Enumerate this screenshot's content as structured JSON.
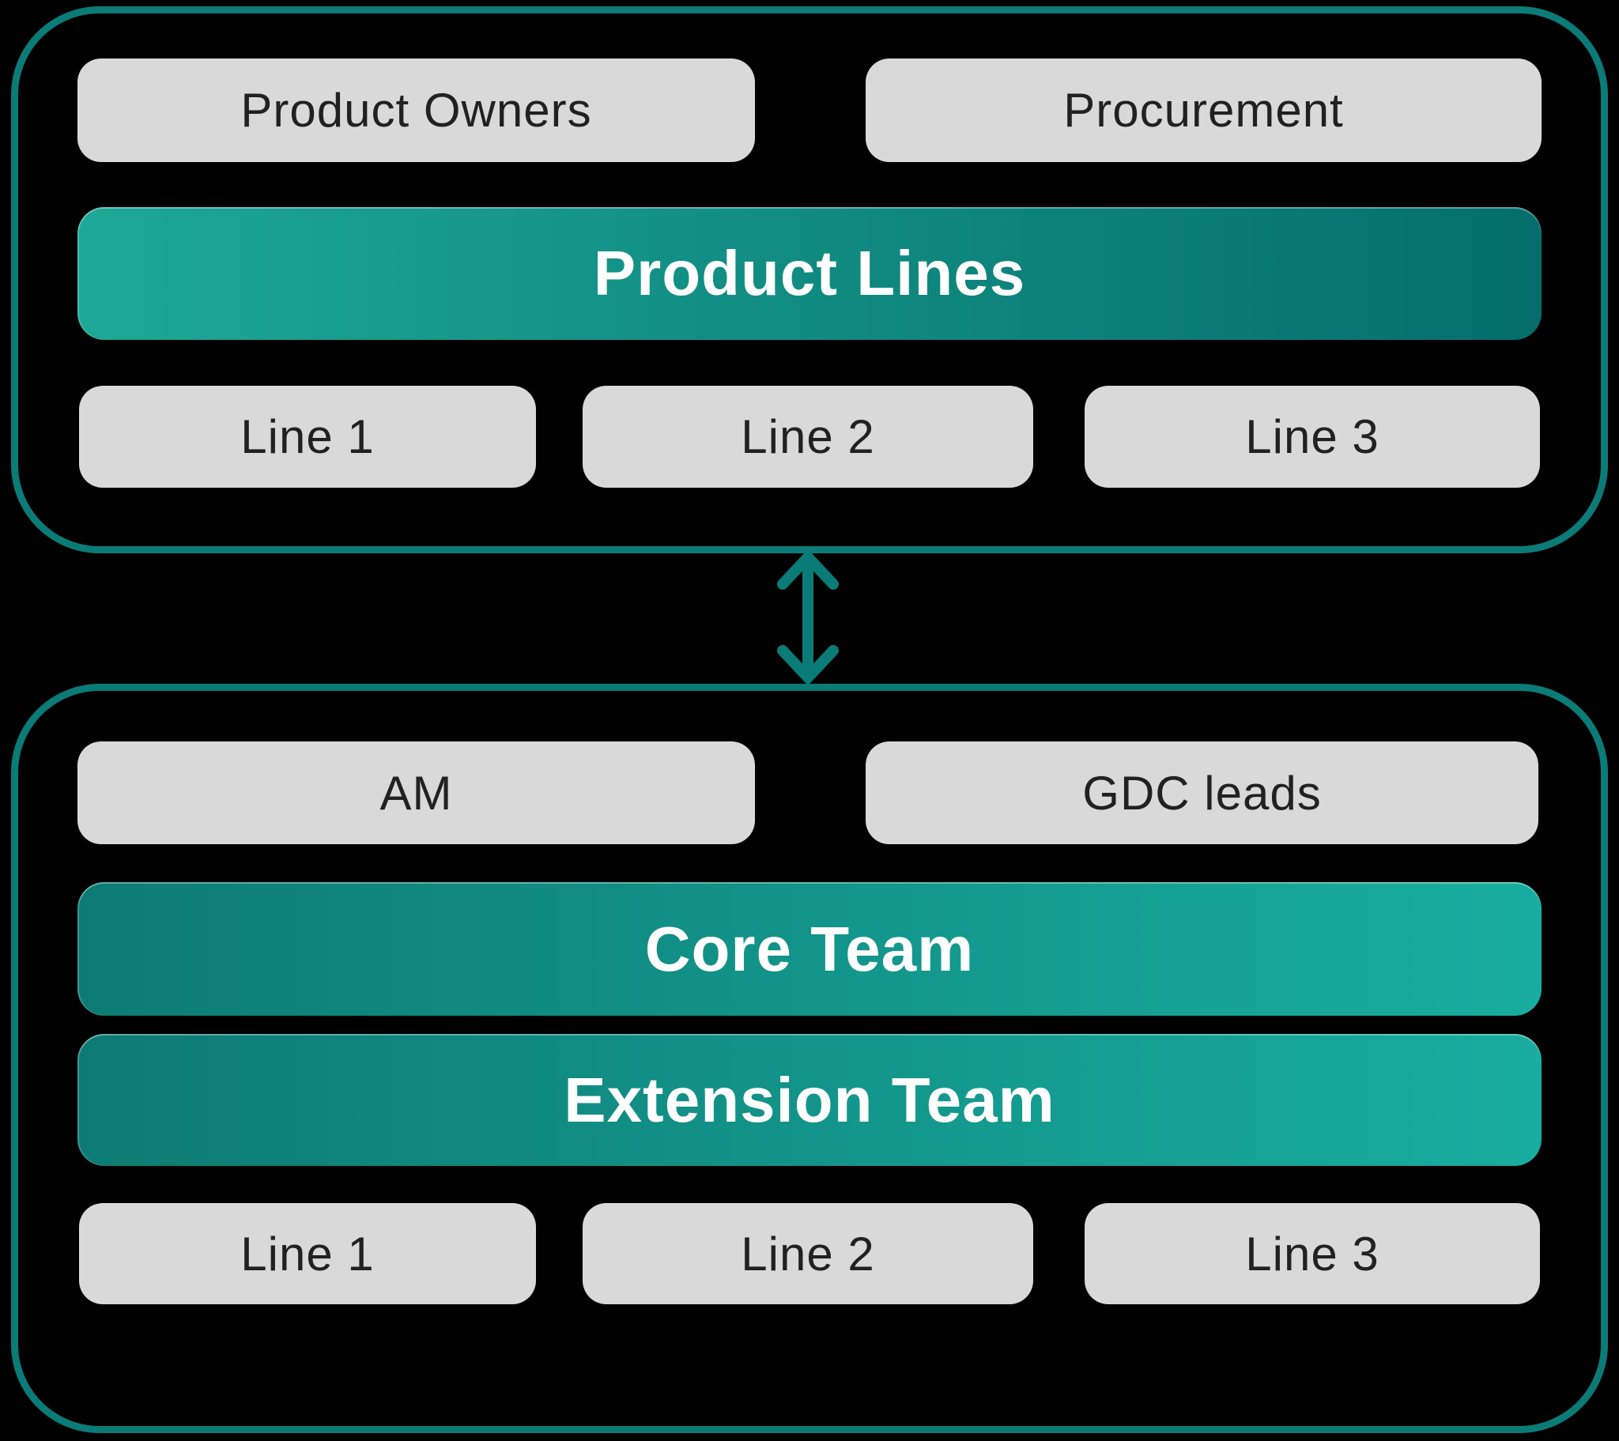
{
  "colors": {
    "background": "#000000",
    "container_border": "#0b7b77",
    "pill_bg": "#d9d9d9",
    "pill_text": "#212121",
    "bar_text": "#ffffff",
    "product_lines_gradient_left": "#1ca897",
    "product_lines_gradient_right": "#056e6c",
    "team_gradient_left": "#0d7b74",
    "team_gradient_right": "#18ada0",
    "arrow": "#0b7b77"
  },
  "top_group": {
    "roles": [
      {
        "label": "Product Owners"
      },
      {
        "label": "Procurement"
      }
    ],
    "bar": {
      "label": "Product Lines"
    },
    "lines": [
      {
        "label": "Line 1"
      },
      {
        "label": "Line 2"
      },
      {
        "label": "Line 3"
      }
    ]
  },
  "bottom_group": {
    "roles": [
      {
        "label": "AM"
      },
      {
        "label": "GDC leads"
      }
    ],
    "bars": [
      {
        "label": "Core Team"
      },
      {
        "label": "Extension Team"
      }
    ],
    "lines": [
      {
        "label": "Line 1"
      },
      {
        "label": "Line 2"
      },
      {
        "label": "Line 3"
      }
    ]
  }
}
